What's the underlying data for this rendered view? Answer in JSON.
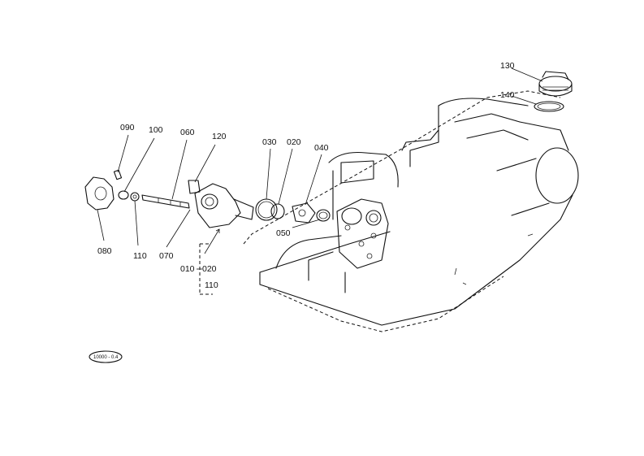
{
  "labels": {
    "p130": "130",
    "p140": "140",
    "p090": "090",
    "p100": "100",
    "p060": "060",
    "p120": "120",
    "p030": "030",
    "p020": "020",
    "p040": "040",
    "p050": "050",
    "p080": "080",
    "p110": "110",
    "p070": "070",
    "assembly_010": "010",
    "assembly_020": "020",
    "assembly_110": "110"
  },
  "stamp": "10000 - 0.4",
  "line_color": "#111111",
  "background_color": "#ffffff"
}
